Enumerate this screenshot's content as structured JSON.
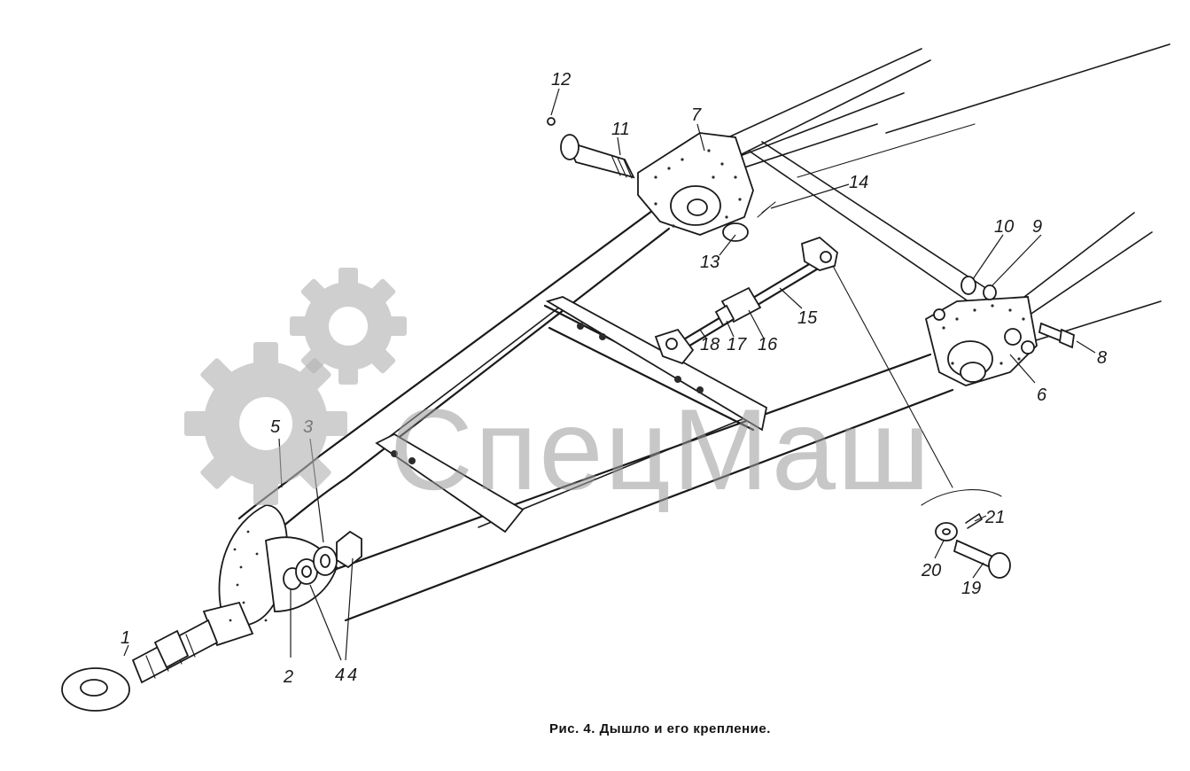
{
  "figure": {
    "caption": "Рис. 4. Дышло и его крепление.",
    "callouts": [
      "1",
      "2",
      "3",
      "4",
      "4",
      "5",
      "6",
      "7",
      "8",
      "9",
      "10",
      "11",
      "12",
      "13",
      "14",
      "15",
      "16",
      "17",
      "18",
      "19",
      "20",
      "21"
    ]
  },
  "watermark": {
    "text": "СпецМаш",
    "color": "#9a9a9a"
  },
  "colors": {
    "ink": "#1a1a1a",
    "background": "#ffffff"
  }
}
